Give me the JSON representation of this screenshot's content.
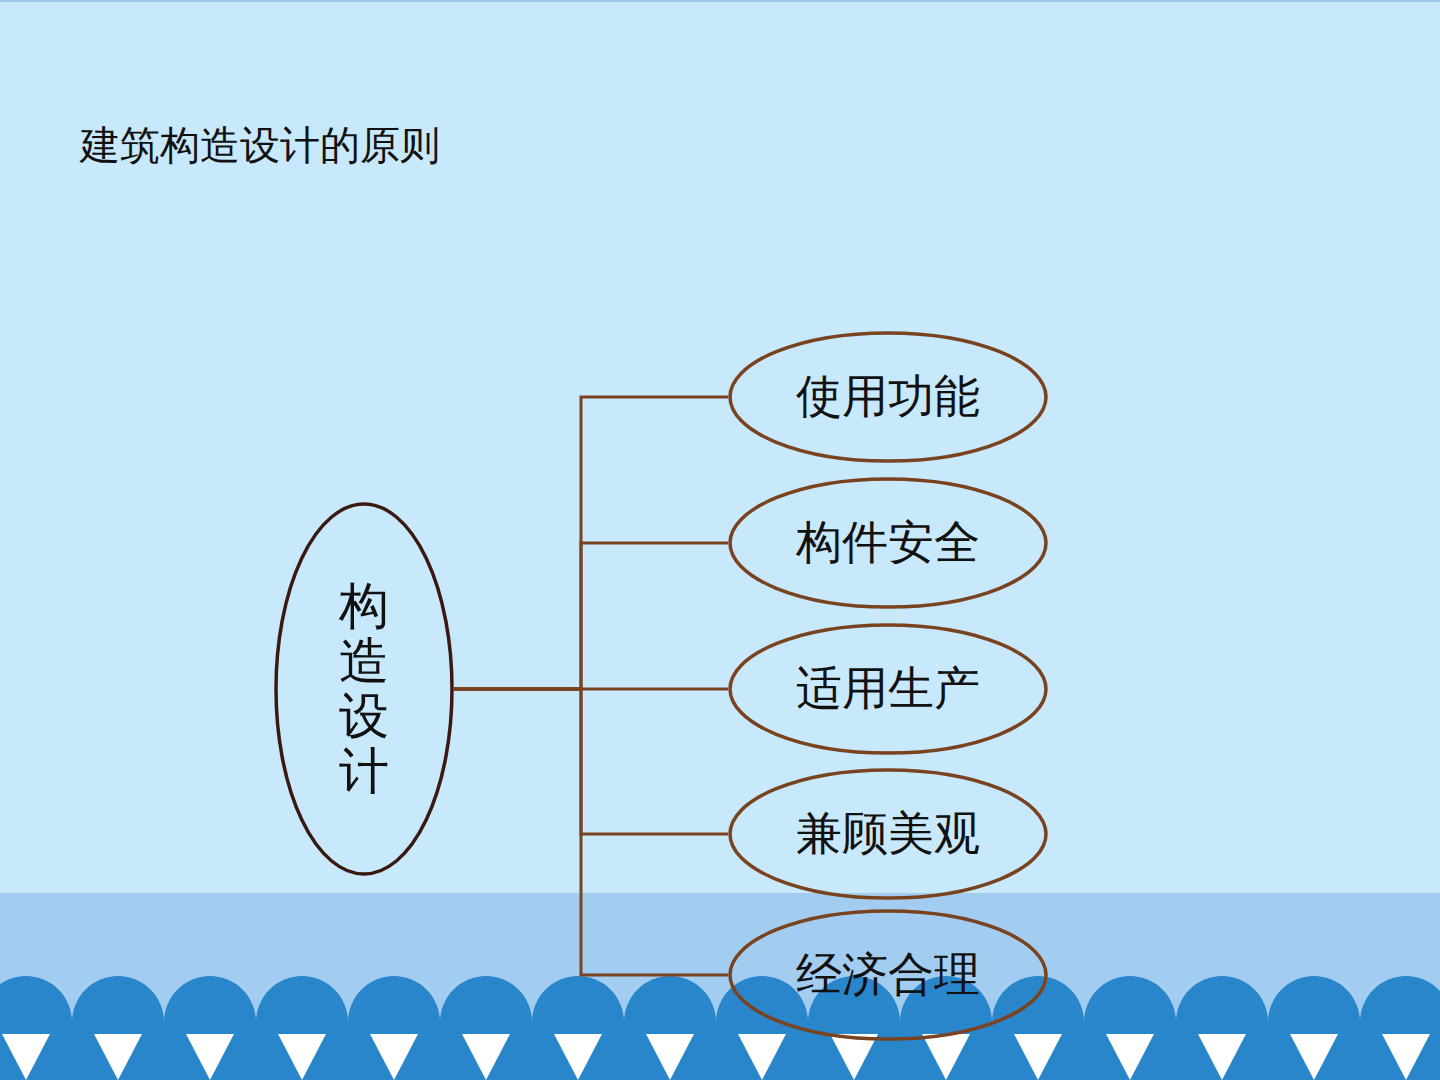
{
  "diagram": {
    "title": "建筑构造设计的原则",
    "nodes": [
      {
        "text": [
          "构造设计"
        ]
      },
      {
        "text": [
          "使用功能"
        ]
      },
      {
        "text": [
          "构件安全"
        ]
      },
      {
        "text": [
          "适用生产"
        ]
      },
      {
        "text": [
          "兼顾美观"
        ]
      },
      {
        "text": [
          "经济合理"
        ]
      }
    ],
    "edges": [
      {
        "from": 0,
        "to": 1,
        "arrow": "none"
      },
      {
        "from": 0,
        "to": 2,
        "arrow": "none"
      },
      {
        "from": 0,
        "to": 3,
        "arrow": "none"
      },
      {
        "from": 0,
        "to": 4,
        "arrow": "none"
      },
      {
        "from": 0,
        "to": 5,
        "arrow": "none"
      }
    ]
  }
}
